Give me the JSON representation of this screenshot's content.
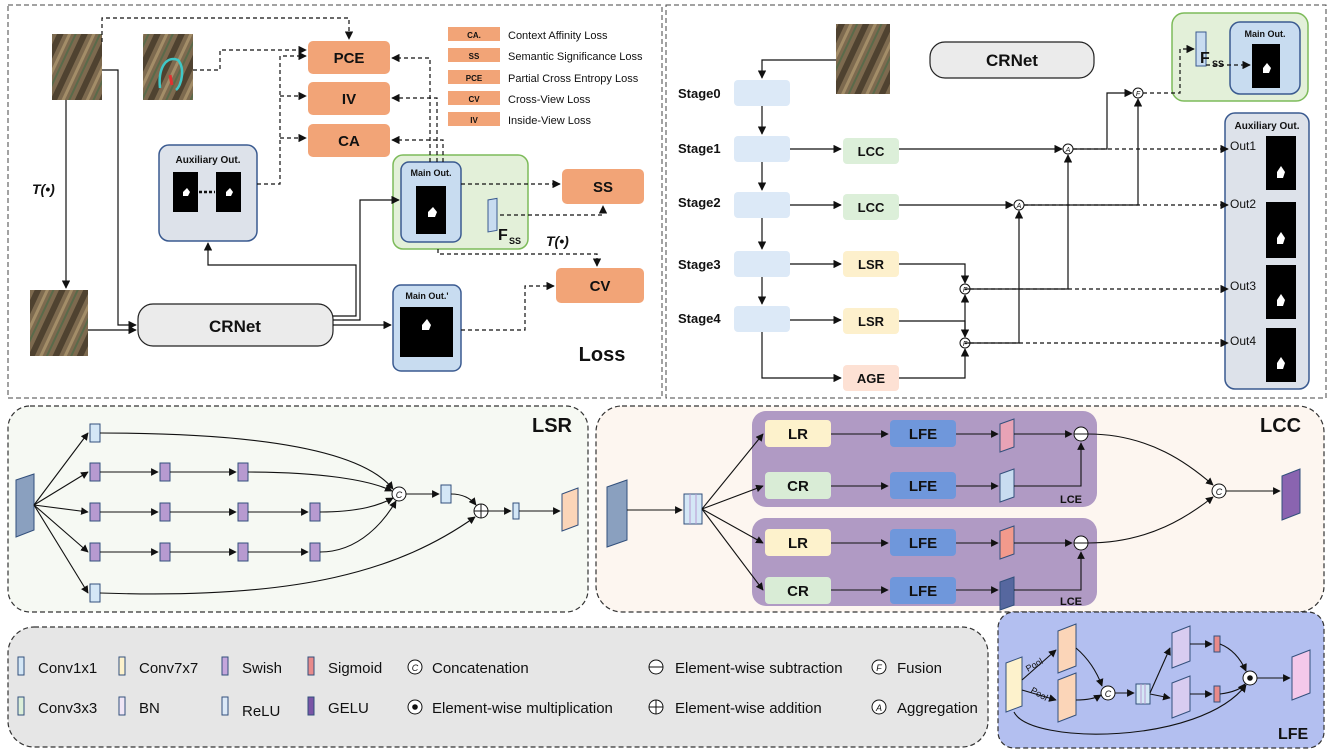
{
  "loss_panel": {
    "title": "Loss",
    "pce": "PCE",
    "iv": "IV",
    "ca": "CA",
    "ss": "SS",
    "cv": "CV",
    "crnet": "CRNet",
    "aux_out": "Auxiliary Out.",
    "main_out": "Main Out.",
    "main_out_prime": "Main Out.'",
    "transform": "T(•)",
    "transform2": "T(•)",
    "f_ss": "F",
    "f_ss_sub": "SS",
    "legend": [
      {
        "tag": "CA.",
        "text": "Context Affinity Loss"
      },
      {
        "tag": "SS",
        "text": "Semantic Significance Loss"
      },
      {
        "tag": "PCE",
        "text": "Partial Cross Entropy Loss"
      },
      {
        "tag": "CV",
        "text": "Cross-View Loss"
      },
      {
        "tag": "IV",
        "text": "Inside-View Loss"
      }
    ]
  },
  "crnet_panel": {
    "title": "CRNet",
    "stages": [
      "Stage0",
      "Stage1",
      "Stage2",
      "Stage3",
      "Stage4"
    ],
    "lcc1": "LCC",
    "lcc2": "LCC",
    "lsr1": "LSR",
    "lsr2": "LSR",
    "age": "AGE",
    "main_out": "Main Out.",
    "aux_out": "Auxiliary Out.",
    "f_ss": "F",
    "f_ss_sub": "SS",
    "outs": [
      "Out1",
      "Out2",
      "Out3",
      "Out4"
    ],
    "op_fusion": "F",
    "op_aggregation": "A"
  },
  "lsr_panel": {
    "title": "LSR",
    "concat": "C"
  },
  "lcc_panel": {
    "title": "LCC",
    "lr1": "LR",
    "cr1": "CR",
    "lfe1": "LFE",
    "lfe2": "LFE",
    "lr2": "LR",
    "cr2": "CR",
    "lfe3": "LFE",
    "lfe4": "LFE",
    "lce1": "LCE",
    "lce2": "LCE",
    "concat": "C"
  },
  "lfe_panel": {
    "title": "LFE",
    "pool1": "Pool",
    "pool2": "Pool",
    "concat": "C"
  },
  "legend": {
    "conv1x1": "Conv1x1",
    "conv3x3": "Conv3x3",
    "conv7x7": "Conv7x7",
    "bn": "BN",
    "swish": "Swish",
    "relu": "ReLU",
    "sigmoid": "Sigmoid",
    "gelu": "GELU",
    "concatenation": "Concatenation",
    "element_mult": "Element-wise multiplication",
    "element_sub": "Element-wise subtraction",
    "element_add": "Element-wise addition",
    "fusion": "Fusion",
    "aggregation": "Aggregation",
    "sym_c": "C",
    "sym_f": "F",
    "sym_a": "A"
  },
  "colors": {
    "loss_box": "#f2a477",
    "crnet_box": "#ebebeb",
    "stage_block": "#dce9f7",
    "lcc_box": "#dcefd9",
    "lsr_box": "#fdf0cc",
    "age_box": "#fde1d4",
    "main_panel": "#e3f0d9",
    "main_border": "#7dbb5a",
    "aux_panel": "#dde2ea",
    "blue_mask": "#c8dcf0",
    "lcc_purple": "#b09ac4",
    "lr_yellow": "#fdf2cc",
    "cr_green": "#d9ecd6",
    "lfe_blue": "#6f97db",
    "lfe_panel": "#b3bff0",
    "lcc_bg": "#fdf6f0",
    "lsr_bg": "#f6f9f3",
    "legend_bg": "#e6e6e6"
  }
}
